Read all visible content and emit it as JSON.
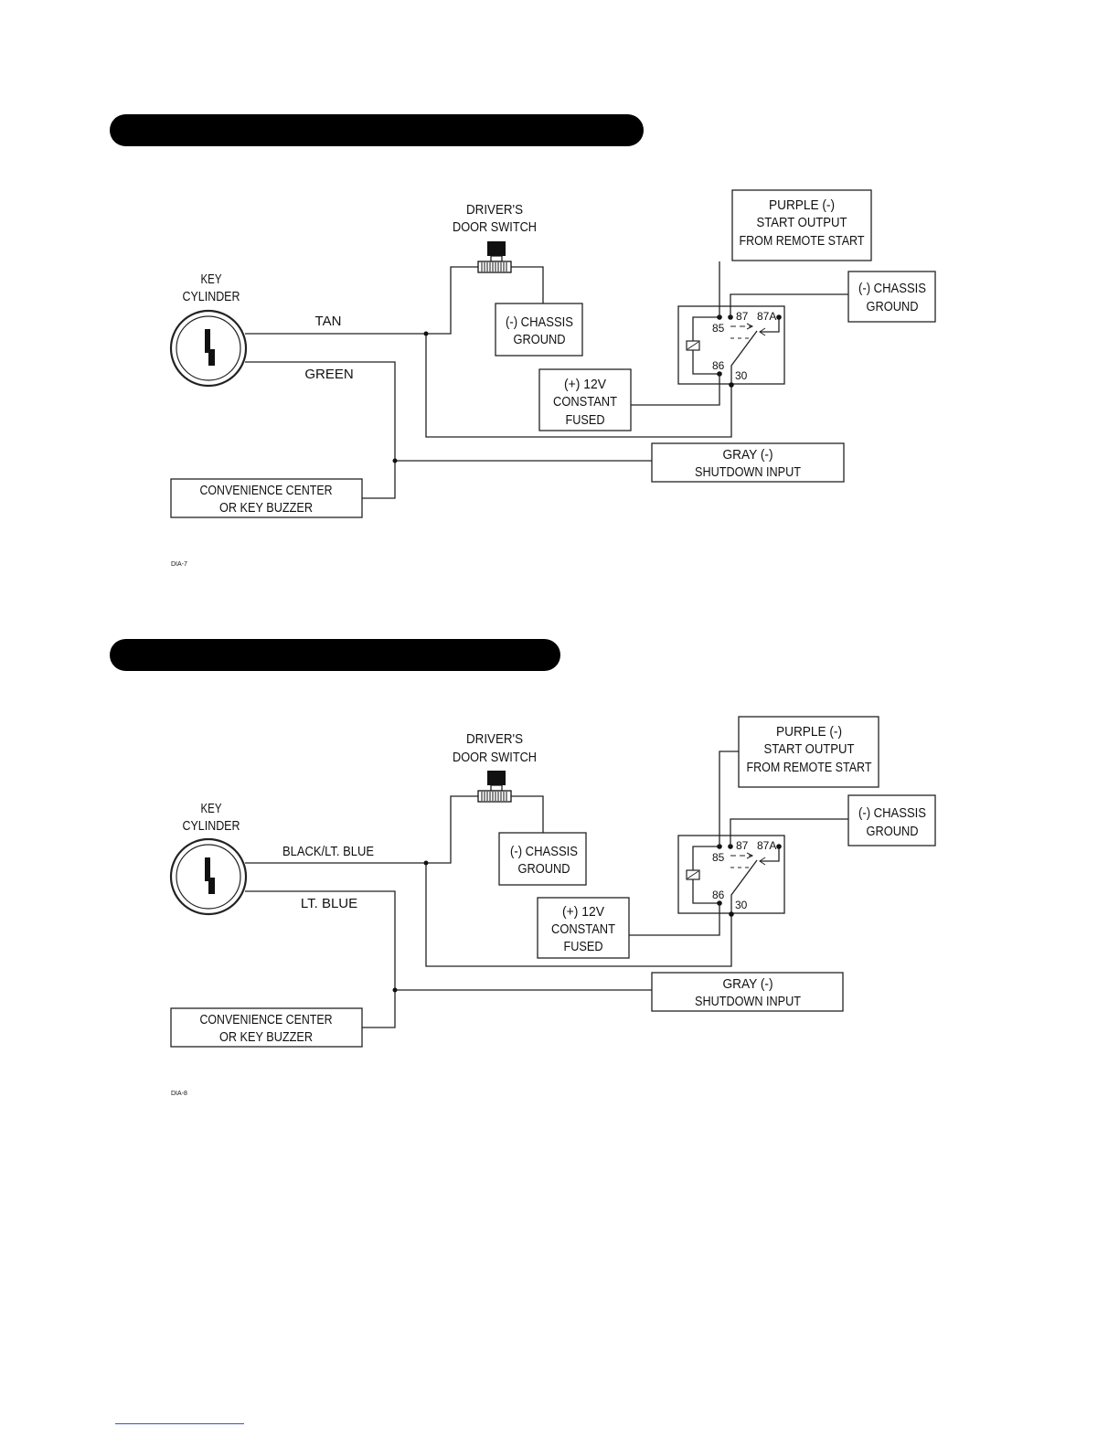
{
  "diagrams": [
    {
      "key_cylinder": "KEY CYLINDER",
      "wire_top": "TAN",
      "wire_bottom": "GREEN",
      "door_switch": "DRIVER'S DOOR SWITCH",
      "chassis_ground_switch": "(-) CHASSIS GROUND",
      "purple": "PURPLE (-) START OUTPUT FROM REMOTE START",
      "chassis_ground_relay": "(-) CHASSIS GROUND",
      "constant": "(+) 12V CONSTANT FUSED",
      "gray": "GRAY (-) SHUTDOWN INPUT",
      "convenience": "CONVENIENCE CENTER OR KEY BUZZER",
      "pins": {
        "p85": "85",
        "p86": "86",
        "p87": "87",
        "p87a": "87A",
        "p30": "30"
      },
      "code": "DIA-7"
    },
    {
      "key_cylinder": "KEY CYLINDER",
      "wire_top": "BLACK/LT. BLUE",
      "wire_bottom": "LT. BLUE",
      "door_switch": "DRIVER'S DOOR SWITCH",
      "chassis_ground_switch": "(-) CHASSIS GROUND",
      "purple": "PURPLE (-) START OUTPUT FROM REMOTE START",
      "chassis_ground_relay": "(-) CHASSIS GROUND",
      "constant": "(+) 12V CONSTANT FUSED",
      "gray": "GRAY (-) SHUTDOWN INPUT",
      "convenience": "CONVENIENCE CENTER OR KEY BUZZER",
      "pins": {
        "p85": "85",
        "p86": "86",
        "p87": "87",
        "p87a": "87A",
        "p30": "30"
      },
      "code": "DIA-8"
    }
  ],
  "colors": {
    "bar": "#000000",
    "line": "#222222",
    "footer_link": "#3355cc"
  }
}
